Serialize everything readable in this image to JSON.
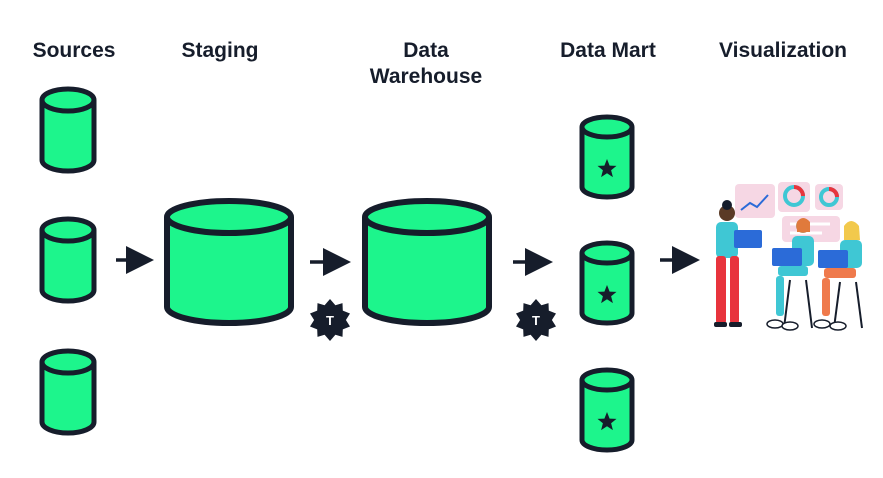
{
  "columns": {
    "sources": "Sources",
    "staging": "Staging",
    "data_warehouse": "Data Warehouse",
    "data_mart": "Data Mart",
    "visualization": "Visualization"
  },
  "transform_badge_label": "T",
  "colors": {
    "cylinder_fill": "#1df58c",
    "outline": "#161d2b",
    "title_text": "#161d2b",
    "badge_fill": "#161d2b",
    "badge_text": "#ffffff",
    "people_shirt": "#3fc7d4",
    "people_pants_red": "#e8343d",
    "people_pants_orange": "#ef7a4c",
    "laptop": "#2b6bd8",
    "chart_panel": "#f6d7e4"
  },
  "icons": {
    "source_db": "database-cylinder-icon",
    "mart_db": "star-database-icon",
    "transform": "transform-badge-icon",
    "flow_arrow": "arrow-right-icon",
    "viz": "people-with-laptops-illustration"
  }
}
